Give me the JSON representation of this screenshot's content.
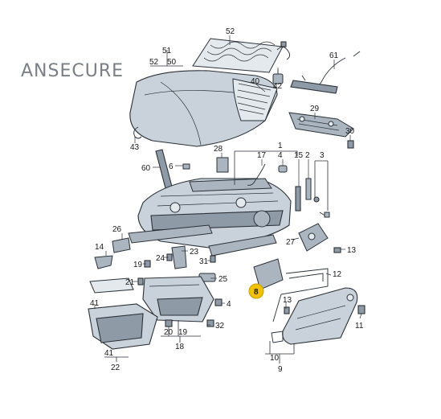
{
  "watermark": "ANSECURE",
  "highlight_color": "#f2c200",
  "callouts": {
    "c1": "1",
    "c2": "2",
    "c3": "3",
    "c4a": "4",
    "c4b": "4",
    "c6": "6",
    "c8": "8",
    "c9": "9",
    "c10": "10",
    "c11": "11",
    "c12": "12",
    "c13a": "13",
    "c13b": "13",
    "c14": "14",
    "c15": "15",
    "c17": "17",
    "c18": "18",
    "c19a": "19",
    "c19b": "19",
    "c20": "20",
    "c21": "21",
    "c22": "22",
    "c23": "23",
    "c24": "24",
    "c25": "25",
    "c26": "26",
    "c27": "27",
    "c28": "28",
    "c29": "29",
    "c30": "30",
    "c31": "31",
    "c32": "32",
    "c40": "40",
    "c41a": "41",
    "c41b": "41",
    "c42": "42",
    "c43": "43",
    "c50": "50",
    "c51": "51",
    "c52a": "52",
    "c52b": "52",
    "c60": "60",
    "c61": "61"
  }
}
